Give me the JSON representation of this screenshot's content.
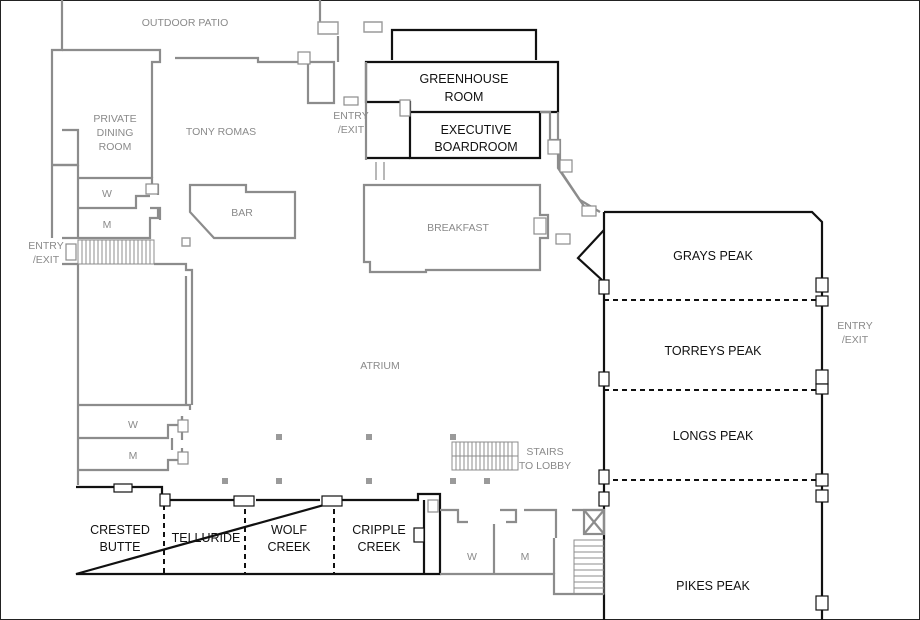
{
  "rooms": {
    "outdoor_patio": "OUTDOOR PATIO",
    "greenhouse_line1": "GREENHOUSE",
    "greenhouse_line2": "ROOM",
    "private_dining_line1": "PRIVATE",
    "private_dining_line2": "DINING",
    "private_dining_line3": "ROOM",
    "tony_romas": "TONY ROMAS",
    "entry_top_line1": "ENTRY",
    "entry_top_line2": "/EXIT",
    "executive_line1": "EXECUTIVE",
    "executive_line2": "BOARDROOM",
    "restroom_w_upper": "W",
    "restroom_m_upper": "M",
    "bar": "BAR",
    "breakfast": "BREAKFAST",
    "entry_left_line1": "ENTRY",
    "entry_left_line2": "/EXIT",
    "grays_peak": "GRAYS PEAK",
    "torreys_peak": "TORREYS PEAK",
    "entry_right_line1": "ENTRY",
    "entry_right_line2": "/EXIT",
    "atrium": "ATRIUM",
    "restroom_w_mid": "W",
    "restroom_m_mid": "M",
    "longs_peak": "LONGS PEAK",
    "stairs_line1": "STAIRS",
    "stairs_line2": "TO LOBBY",
    "crested_line1": "CRESTED",
    "crested_line2": "BUTTE",
    "telluride": "TELLURIDE",
    "wolf_line1": "WOLF",
    "wolf_line2": "CREEK",
    "cripple_line1": "CRIPPLE",
    "cripple_line2": "CREEK",
    "restroom_w_lower": "W",
    "restroom_m_lower": "M",
    "pikes_peak": "PIKES PEAK"
  }
}
